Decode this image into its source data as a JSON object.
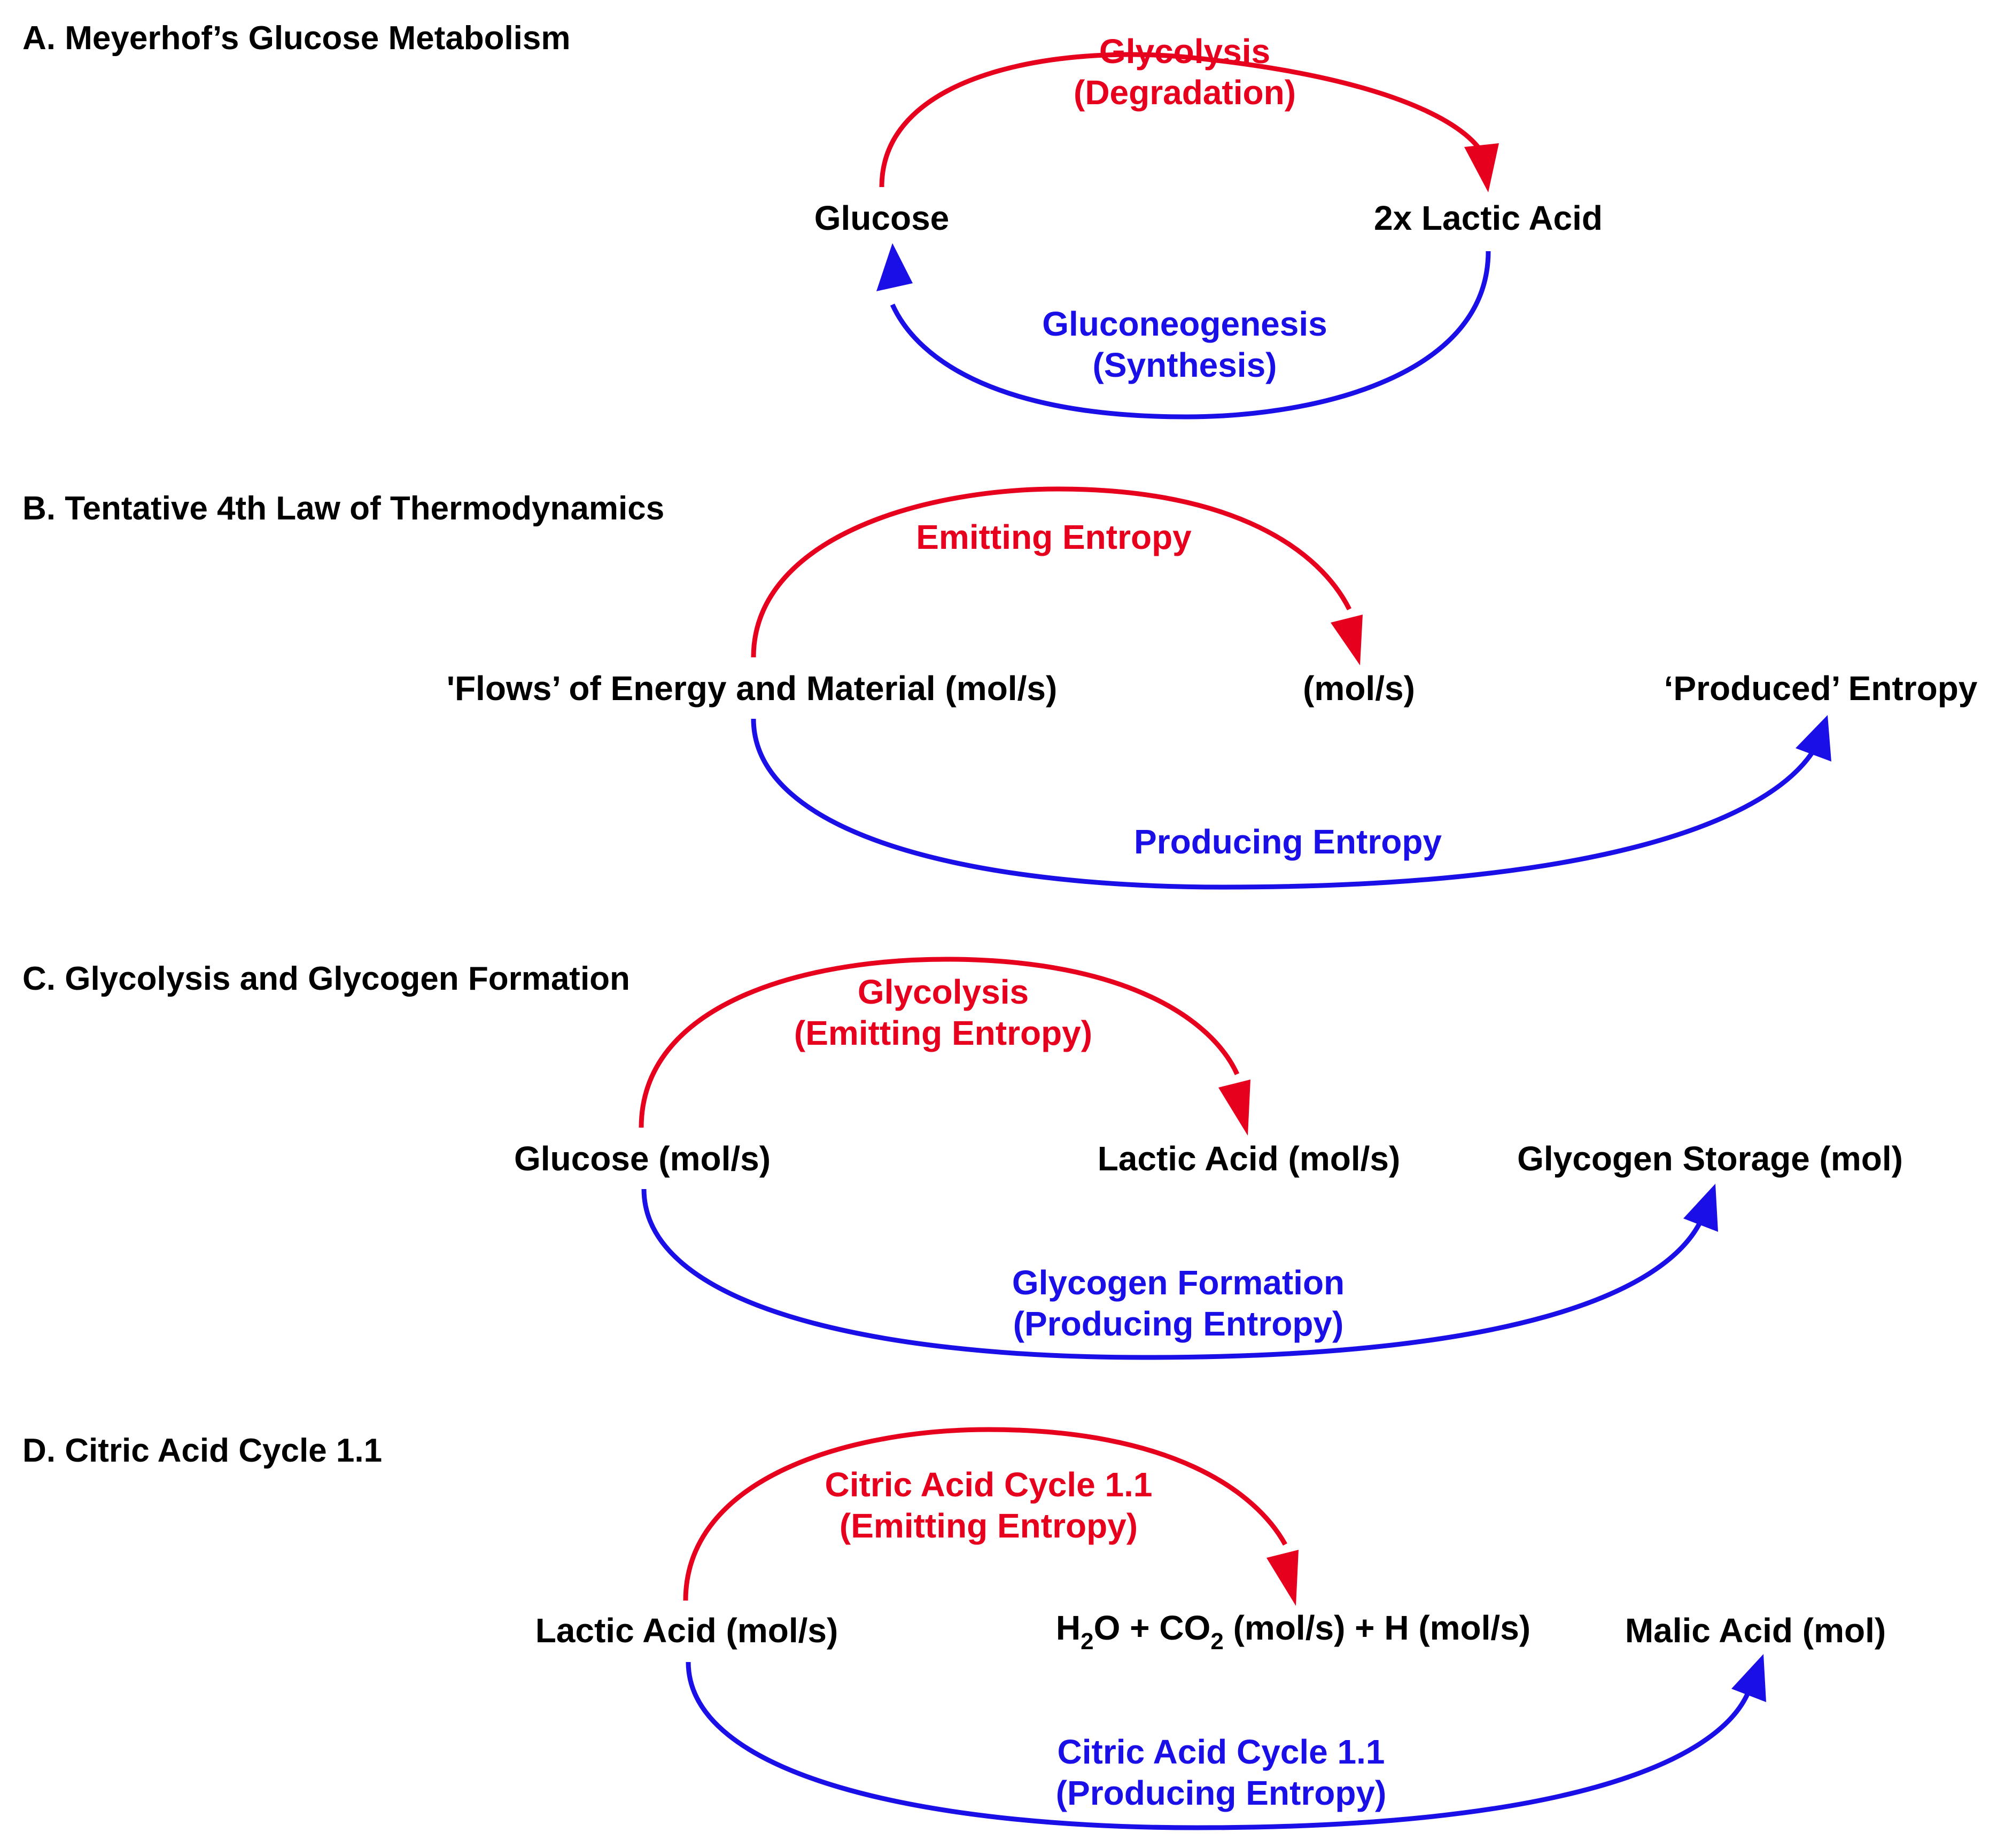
{
  "colors": {
    "emitting": "#e6001e",
    "producing": "#1a0fe6",
    "text": "#000000"
  },
  "panels": {
    "a": {
      "title": "A. Meyerhof’s Glucose Metabolism",
      "node1": "Glucose",
      "node2": "2x Lactic Acid",
      "red_line1": "Glycolysis",
      "red_line2": "(Degradation)",
      "blue_line1": "Gluconeogenesis",
      "blue_line2": "(Synthesis)"
    },
    "b": {
      "title": "B. Tentative 4th Law of Thermodynamics",
      "node1": "'Flows’ of Energy and Material (mol/s)",
      "node2": "(mol/s)",
      "node3": "‘Produced’ Entropy",
      "red_line1": "Emitting Entropy",
      "blue_line1": "Producing Entropy"
    },
    "c": {
      "title": "C. Glycolysis and Glycogen Formation",
      "node1": "Glucose (mol/s)",
      "node2": "Lactic Acid (mol/s)",
      "node3": "Glycogen Storage (mol)",
      "red_line1": "Glycolysis",
      "red_line2": "(Emitting Entropy)",
      "blue_line1": "Glycogen Formation",
      "blue_line2": "(Producing Entropy)"
    },
    "d": {
      "title": "D. Citric Acid Cycle 1.1",
      "node1": "Lactic Acid (mol/s)",
      "node2_h": "H",
      "node2_sub1": "2",
      "node2_o": "O + CO",
      "node2_sub2": "2",
      "node2_rest": " (mol/s) + H (mol/s)",
      "node3": "Malic Acid (mol)",
      "red_line1": "Citric Acid Cycle 1.1",
      "red_line2": "(Emitting Entropy)",
      "blue_line1": "Citric Acid Cycle 1.1",
      "blue_line2": "(Producing Entropy)"
    }
  }
}
